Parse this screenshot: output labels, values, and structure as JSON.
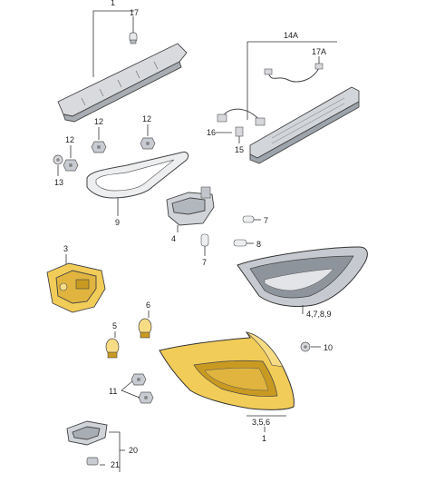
{
  "colors": {
    "highlight": "#f2cc58",
    "highlight_light": "#f7dc86",
    "highlight_dark": "#c99a22",
    "part_gray": "#d4d6da",
    "part_gray_dark": "#9aa0a8",
    "line": "#333333"
  },
  "callouts": {
    "top": "1",
    "c17": "17",
    "c14a": "14A",
    "c17a": "17A",
    "c16": "16",
    "c15": "15",
    "c12a": "12",
    "c12b": "12",
    "c12c": "12",
    "c13": "13",
    "c9": "9",
    "c7a": "7",
    "c4": "4",
    "c8": "8",
    "c7b": "7",
    "c3": "3",
    "c6": "6",
    "c5": "5",
    "c4789": "4,7,8,9",
    "c10": "10",
    "c11": "11",
    "c356": "3,5,6",
    "c1": "1",
    "c20": "20",
    "c21": "21"
  }
}
